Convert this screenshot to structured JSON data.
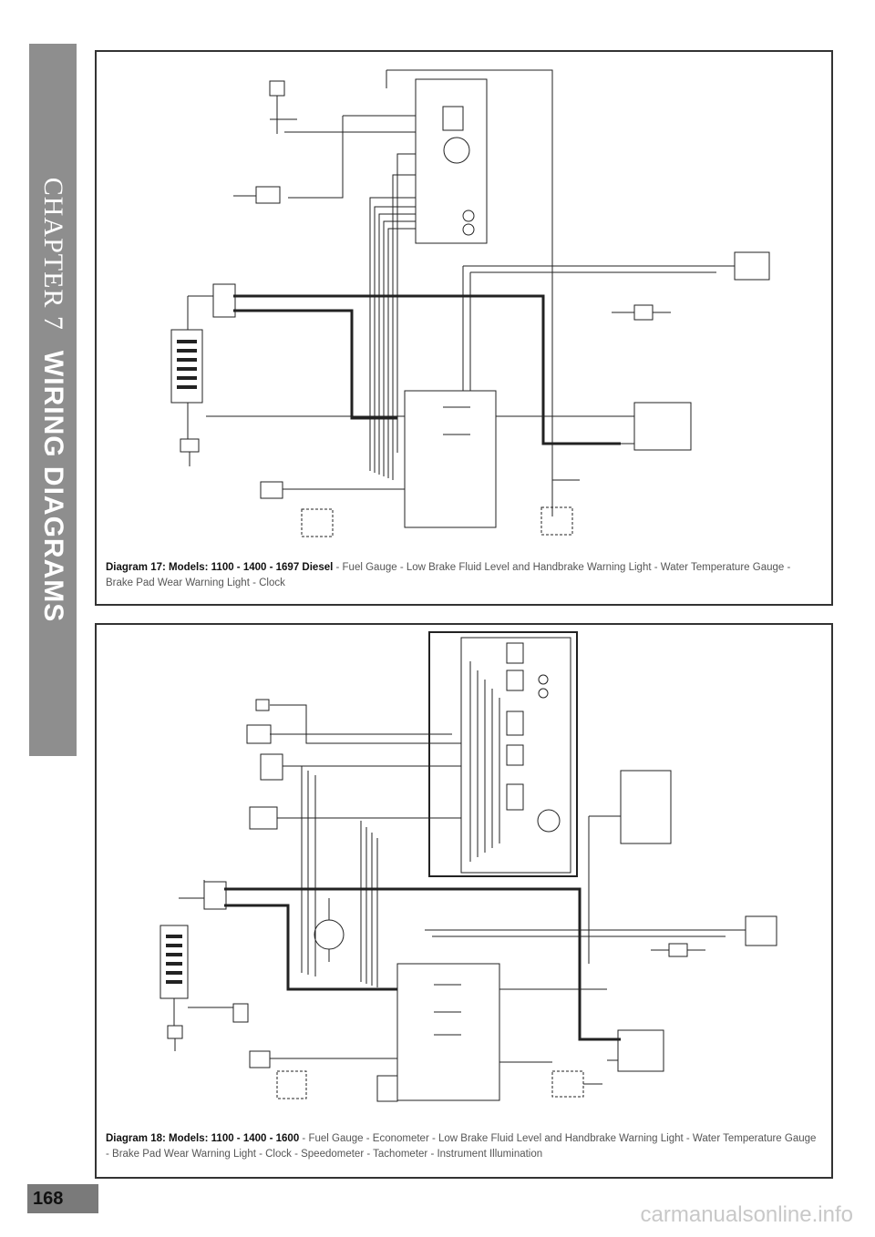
{
  "sidebar": {
    "chapter": "CHAPTER 7",
    "section": "WIRING DIAGRAMS"
  },
  "diagrams": [
    {
      "title": "Diagram 17: Models: 1100 - 1400 - 1697 Diesel",
      "description": " - Fuel Gauge - Low Brake Fluid Level and Handbrake Warning Light - Water Temperature Gauge - Brake Pad Wear Warning Light - Clock"
    },
    {
      "title": "Diagram 18: Models: 1100 - 1400 - 1600",
      "description": " - Fuel Gauge - Econometer - Low Brake Fluid Level and Handbrake Warning Light - Water Temperature Gauge - Brake Pad Wear Warning Light - Clock - Speedometer - Tachometer - Instrument Illumination"
    }
  ],
  "page_number": "168",
  "watermark": "carmanualsonline.info"
}
